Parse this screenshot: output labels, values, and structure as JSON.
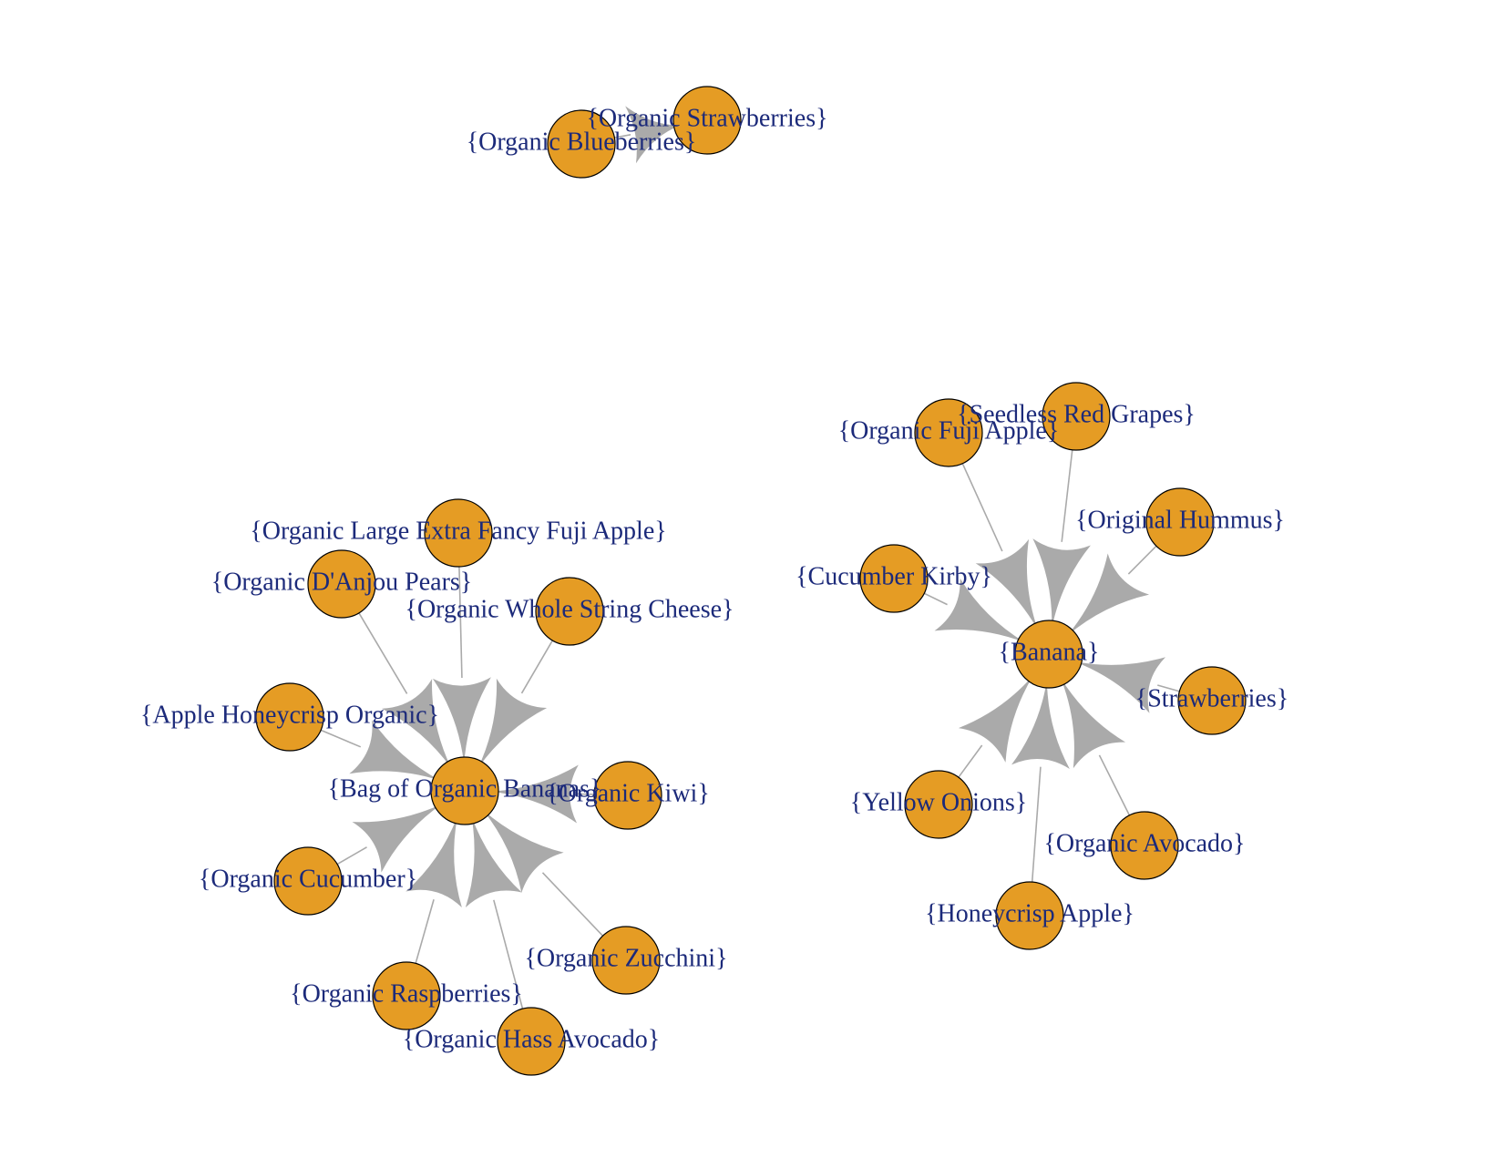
{
  "graph": {
    "node_fill": "#e59c24",
    "node_stroke": "#000000",
    "edge_color": "#aaaaaa",
    "label_color": "#1c2a7a",
    "nodes": [
      {
        "id": "blueberries",
        "label": "{Organic Blueberries}"
      },
      {
        "id": "strawberries_org",
        "label": "{Organic Strawberries}"
      },
      {
        "id": "bag_bananas",
        "label": "{Bag of Organic Bananas}"
      },
      {
        "id": "large_fuji",
        "label": "{Organic Large Extra Fancy Fuji Apple}"
      },
      {
        "id": "danjou",
        "label": "{Organic D'Anjou Pears}"
      },
      {
        "id": "string_cheese",
        "label": "{Organic Whole String Cheese}"
      },
      {
        "id": "honeycrisp_org",
        "label": "{Apple Honeycrisp Organic}"
      },
      {
        "id": "kiwi",
        "label": "{Organic Kiwi}"
      },
      {
        "id": "cucumber_org",
        "label": "{Organic Cucumber}"
      },
      {
        "id": "zucchini",
        "label": "{Organic Zucchini}"
      },
      {
        "id": "raspberries",
        "label": "{Organic Raspberries}"
      },
      {
        "id": "hass_avocado",
        "label": "{Organic Hass Avocado}"
      },
      {
        "id": "banana",
        "label": "{Banana}"
      },
      {
        "id": "fuji_org",
        "label": "{Organic Fuji Apple}"
      },
      {
        "id": "red_grapes",
        "label": "{Seedless Red Grapes}"
      },
      {
        "id": "hummus",
        "label": "{Original Hummus}"
      },
      {
        "id": "cucumber_kirby",
        "label": "{Cucumber Kirby}"
      },
      {
        "id": "strawberries",
        "label": "{Strawberries}"
      },
      {
        "id": "yellow_onions",
        "label": "{Yellow Onions}"
      },
      {
        "id": "avocado_org",
        "label": "{Organic Avocado}"
      },
      {
        "id": "honeycrisp",
        "label": "{Honeycrisp Apple}"
      }
    ],
    "edges": [
      {
        "from": "blueberries",
        "to": "strawberries_org"
      },
      {
        "from": "large_fuji",
        "to": "bag_bananas"
      },
      {
        "from": "danjou",
        "to": "bag_bananas"
      },
      {
        "from": "string_cheese",
        "to": "bag_bananas"
      },
      {
        "from": "honeycrisp_org",
        "to": "bag_bananas"
      },
      {
        "from": "kiwi",
        "to": "bag_bananas"
      },
      {
        "from": "cucumber_org",
        "to": "bag_bananas"
      },
      {
        "from": "zucchini",
        "to": "bag_bananas"
      },
      {
        "from": "raspberries",
        "to": "bag_bananas"
      },
      {
        "from": "hass_avocado",
        "to": "bag_bananas"
      },
      {
        "from": "fuji_org",
        "to": "banana"
      },
      {
        "from": "red_grapes",
        "to": "banana"
      },
      {
        "from": "hummus",
        "to": "banana"
      },
      {
        "from": "cucumber_kirby",
        "to": "banana"
      },
      {
        "from": "strawberries",
        "to": "banana"
      },
      {
        "from": "yellow_onions",
        "to": "banana"
      },
      {
        "from": "avocado_org",
        "to": "banana"
      },
      {
        "from": "honeycrisp",
        "to": "banana"
      }
    ]
  }
}
